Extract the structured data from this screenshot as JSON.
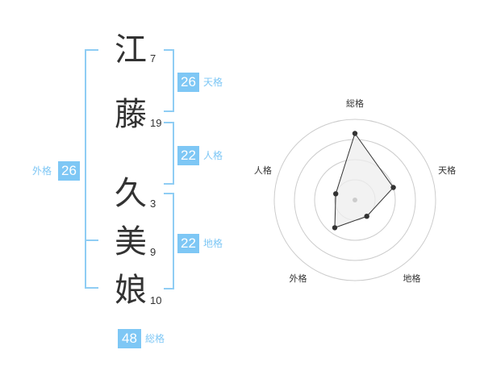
{
  "colors": {
    "accent": "#7ec7f5",
    "bracket": "#8fcdf4",
    "text": "#333333",
    "grid": "#cccccc",
    "polygon_fill": "#eeeeee",
    "dot": "#333333"
  },
  "name": {
    "characters": [
      {
        "char": "江",
        "strokes": "7"
      },
      {
        "char": "藤",
        "strokes": "19"
      },
      {
        "char": "久",
        "strokes": "3"
      },
      {
        "char": "美",
        "strokes": "9"
      },
      {
        "char": "娘",
        "strokes": "10"
      }
    ]
  },
  "fortunes": {
    "tenkaku": {
      "label": "天格",
      "value": "26"
    },
    "jinkaku": {
      "label": "人格",
      "value": "22"
    },
    "chikaku": {
      "label": "地格",
      "value": "22"
    },
    "gaikaku": {
      "label": "外格",
      "value": "26"
    },
    "soukaku": {
      "label": "総格",
      "value": "48"
    }
  },
  "chart_data": {
    "type": "radar",
    "axes": [
      "総格",
      "天格",
      "地格",
      "外格",
      "人格"
    ],
    "rings": 4,
    "range": [
      0,
      4
    ],
    "values": [
      3.3,
      2.0,
      1.0,
      1.7,
      1.0
    ]
  }
}
